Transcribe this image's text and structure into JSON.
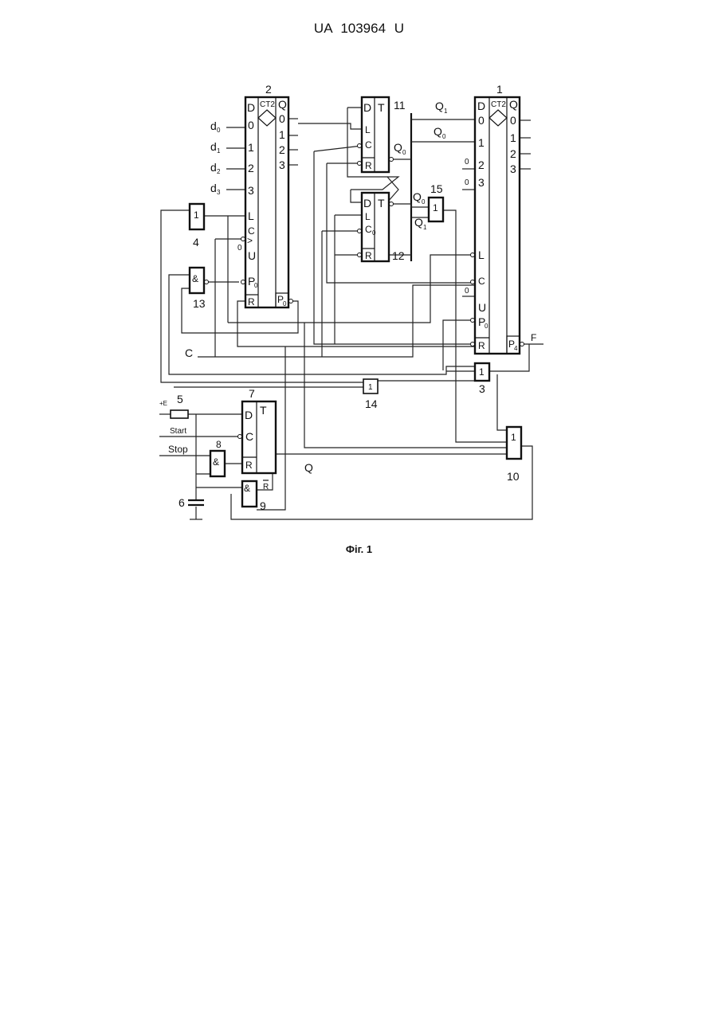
{
  "page": {
    "header": "UA   103964   U",
    "caption": "Фіг. 1"
  },
  "blocks": {
    "counter2": {
      "number": "2",
      "type": "CT2",
      "inputs": [
        "D",
        "0",
        "1",
        "2",
        "3",
        "L",
        "C",
        ">",
        "U",
        "P",
        "0",
        "R"
      ],
      "outputs": [
        "Q",
        "0",
        "1",
        "2",
        "3",
        "P",
        "0"
      ]
    },
    "counter1": {
      "number": "1",
      "type": "CT2",
      "inputs": [
        "D",
        "0",
        "1",
        "2",
        "3",
        "L",
        "C",
        "U",
        "P",
        "0",
        "R"
      ],
      "outputs": [
        "Q",
        "0",
        "1",
        "2",
        "3",
        "P",
        "4"
      ]
    },
    "trigger11": {
      "number": "11",
      "labels": [
        "D",
        "T",
        "L",
        "C",
        "R"
      ]
    },
    "trigger12": {
      "number": "12",
      "labels": [
        "D",
        "T",
        "L",
        "C",
        "0",
        "R"
      ]
    },
    "trigger7": {
      "number": "7",
      "labels": [
        "D",
        "T",
        "C",
        "R"
      ]
    },
    "gate4": {
      "number": "4",
      "symbol": "1"
    },
    "gate13": {
      "number": "13",
      "symbol": "&"
    },
    "gate15": {
      "number": "15",
      "symbol": "1"
    },
    "gate3": {
      "number": "3",
      "symbol": "1"
    },
    "gate14": {
      "number": "14",
      "symbol": "1"
    },
    "gate8": {
      "number": "8",
      "symbol": "&"
    },
    "gate9": {
      "number": "9",
      "symbol": "&"
    },
    "gate10": {
      "number": "10",
      "symbol": "1"
    },
    "resistor5": {
      "number": "5"
    },
    "capacitor6": {
      "number": "6"
    }
  },
  "signals": {
    "d": "d",
    "subs": [
      "0",
      "1",
      "2",
      "3"
    ],
    "q": "Q",
    "sub0": "0",
    "sub1": "1",
    "c": "C",
    "f": "F",
    "plus_e": "+E",
    "start": "Start",
    "stop": "Stop",
    "r_bar": "R",
    "q_big": "Q",
    "zero": "0"
  }
}
